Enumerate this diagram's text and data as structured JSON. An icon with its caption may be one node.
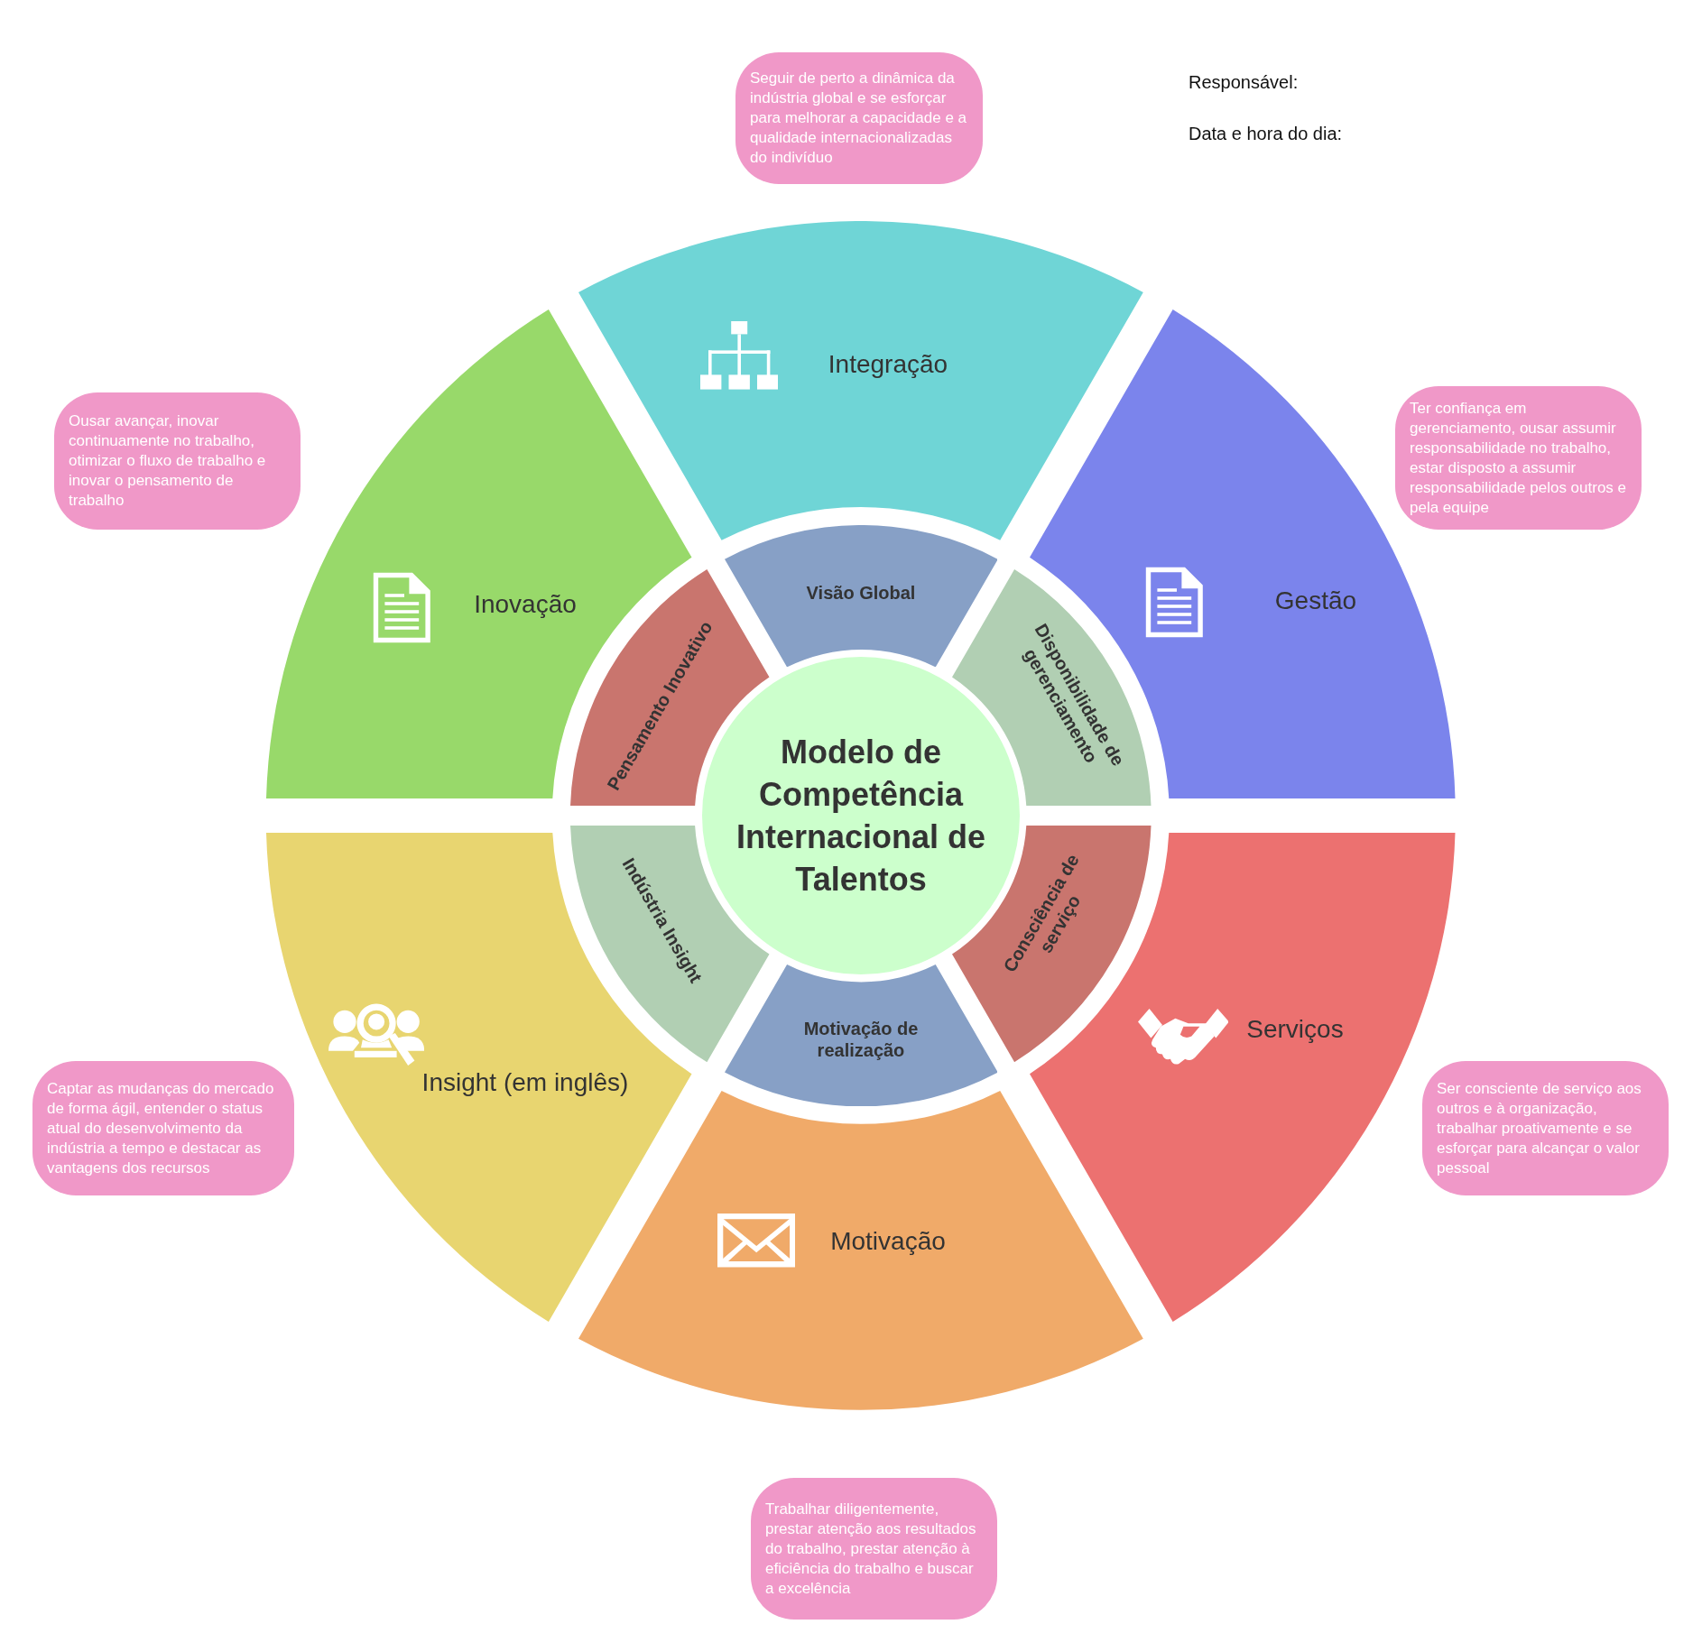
{
  "diagram": {
    "nodes": [
      {
        "text": [
          "Modelo de Competência Internacional de Talentos"
        ]
      },
      {
        "text": [
          "Visão Global"
        ]
      },
      {
        "text": [
          "Disponibilidade de gerenciamento"
        ]
      },
      {
        "text": [
          "Consciência de serviço"
        ]
      },
      {
        "text": [
          "Motivação de realização"
        ]
      },
      {
        "text": [
          "Indústria Insight"
        ]
      },
      {
        "text": [
          "Pensamento Inovativo"
        ]
      },
      {
        "text": [
          "Integração"
        ]
      },
      {
        "text": [
          "Gestão"
        ]
      },
      {
        "text": [
          "Serviços"
        ]
      },
      {
        "text": [
          "Motivação"
        ]
      },
      {
        "text": [
          "Insight (em inglês)"
        ]
      },
      {
        "text": [
          "Inovação"
        ]
      },
      {
        "text": [
          "Seguir de perto a dinâmica da indústria global e se esforçar para melhorar a capacidade e a qualidade internacionalizadas do indivíduo"
        ]
      },
      {
        "text": [
          "Ousar avançar, inovar continuamente no trabalho, otimizar o fluxo de trabalho e inovar o pensamento de trabalho"
        ]
      },
      {
        "text": [
          "Ter confiança em gerenciamento, ousar assumir responsabilidade no trabalho, estar disposto a assumir responsabilidade pelos outros e pela equipe"
        ]
      },
      {
        "text": [
          "Captar as mudanças do mercado de forma ágil, entender o status atual do desenvolvimento da indústria a tempo e destacar as vantagens dos recursos"
        ]
      },
      {
        "text": [
          "Ser consciente de serviço aos outros e à organização, trabalhar proativamente e se esforçar para alcançar o valor pessoal"
        ]
      },
      {
        "text": [
          "Trabalhar diligentemente, prestar atenção aos resultados do trabalho, prestar atenção à eficiência do trabalho e buscar a excelência"
        ]
      }
    ],
    "labels": [
      "Responsável:",
      "Data e hora do dia:"
    ]
  }
}
